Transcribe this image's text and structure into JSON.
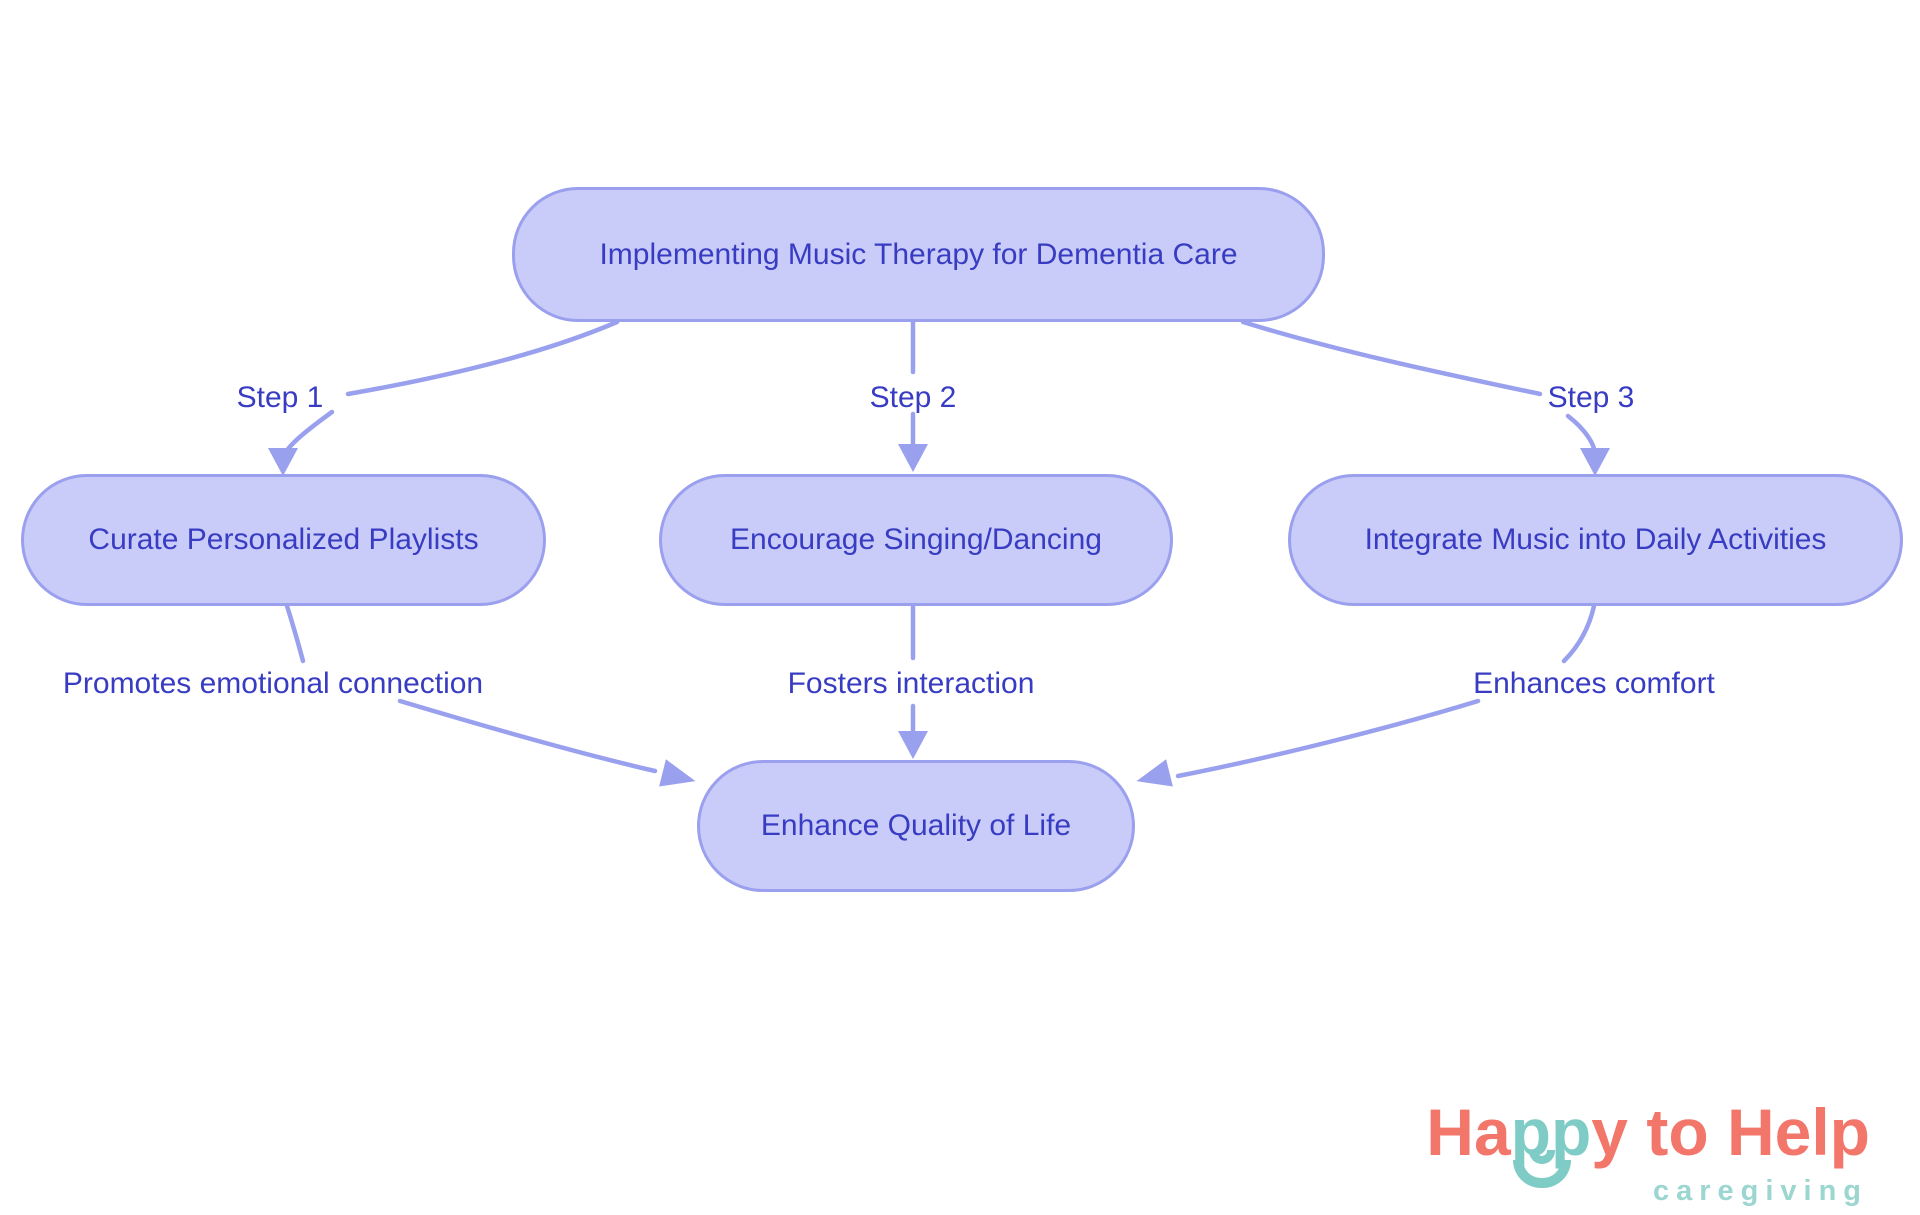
{
  "diagram": {
    "root_label": "Implementing Music Therapy for Dementia Care",
    "final_label": "Enhance Quality of Life",
    "branches": [
      {
        "step_label": "Step 1",
        "node_label": "Curate Personalized Playlists",
        "outcome_label": "Promotes emotional connection"
      },
      {
        "step_label": "Step 2",
        "node_label": "Encourage Singing/Dancing",
        "outcome_label": "Fosters interaction"
      },
      {
        "step_label": "Step 3",
        "node_label": "Integrate Music into Daily Activities",
        "outcome_label": "Enhances comfort"
      }
    ]
  },
  "colors": {
    "node_fill": "#c9cbf8",
    "node_border": "#9aa0ee",
    "edge_line": "#99a0ee",
    "diagram_text": "#383cc2",
    "logo_coral": "#f3766b",
    "logo_teal": "#7fcbc5",
    "logo_tagline_teal": "#9bd6d0"
  },
  "logo": {
    "part1": "Ha",
    "part2": "pp",
    "part3": "y to Help",
    "tagline": "caregiving"
  }
}
